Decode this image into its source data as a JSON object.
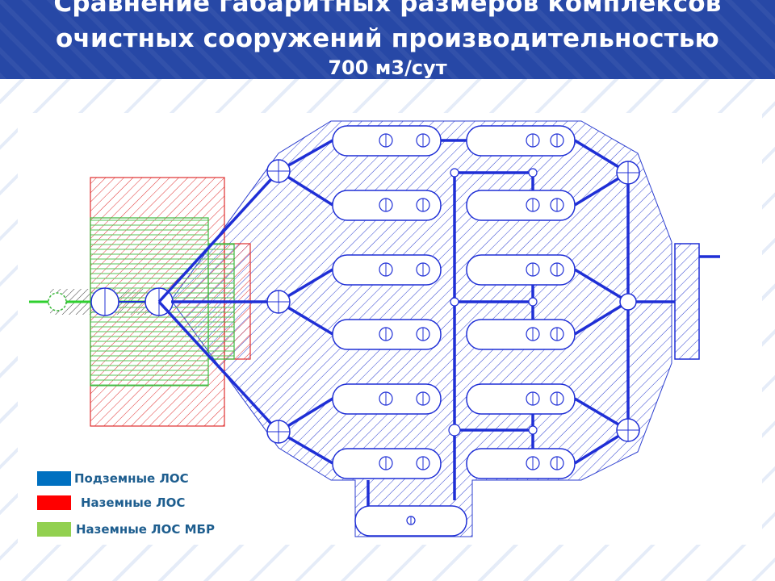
{
  "title": {
    "line1": "Сравнение габаритных размеров комплексов",
    "line2": "очистных сооружений производительностью",
    "line3": "700 м3/сут"
  },
  "legend": [
    {
      "label": "Подземные ЛОС",
      "color": "#0070c0"
    },
    {
      "label": "Наземные ЛОС",
      "color": "#ff0000"
    },
    {
      "label": "Наземные ЛОС МБР",
      "color": "#92d050"
    }
  ],
  "colors": {
    "header_bg": "#2748a6",
    "underground": "#1f2fd6",
    "aboveground": "#e03030",
    "mbr": "#3cb83c"
  }
}
